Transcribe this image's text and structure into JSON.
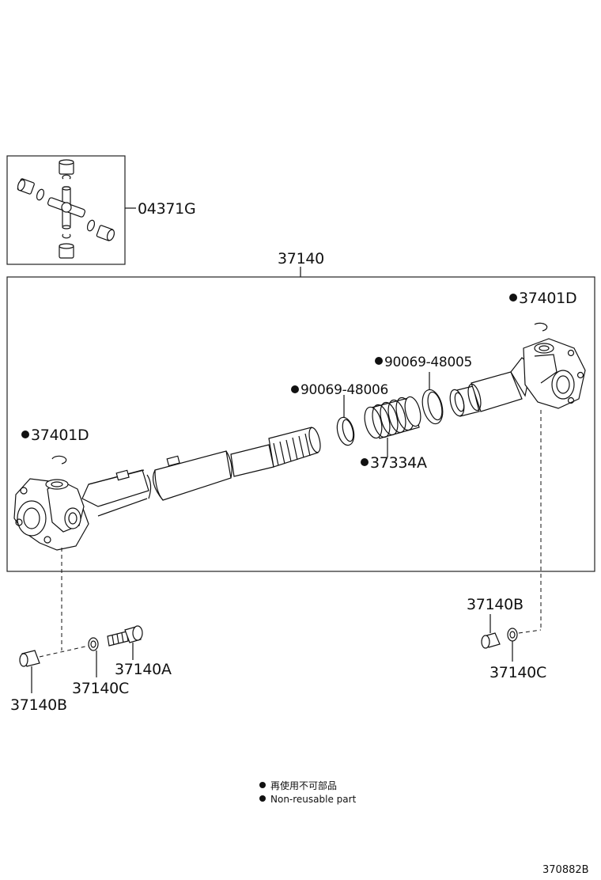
{
  "callouts": {
    "kit_label": "04371G",
    "assembly_label": "37140",
    "snap_ring_right": "37401D",
    "snap_ring_left": "37401D",
    "ring_right": "90069-48005",
    "ring_left": "90069-48006",
    "boot": "37334A",
    "bolt": "37140A",
    "washer_left": "37140C",
    "nut_left": "37140B",
    "nut_right": "37140B",
    "washer_right": "37140C"
  },
  "legend": {
    "jp": "再使用不可部品",
    "en": "Non-reusable part"
  },
  "diagram_code": "370882B"
}
